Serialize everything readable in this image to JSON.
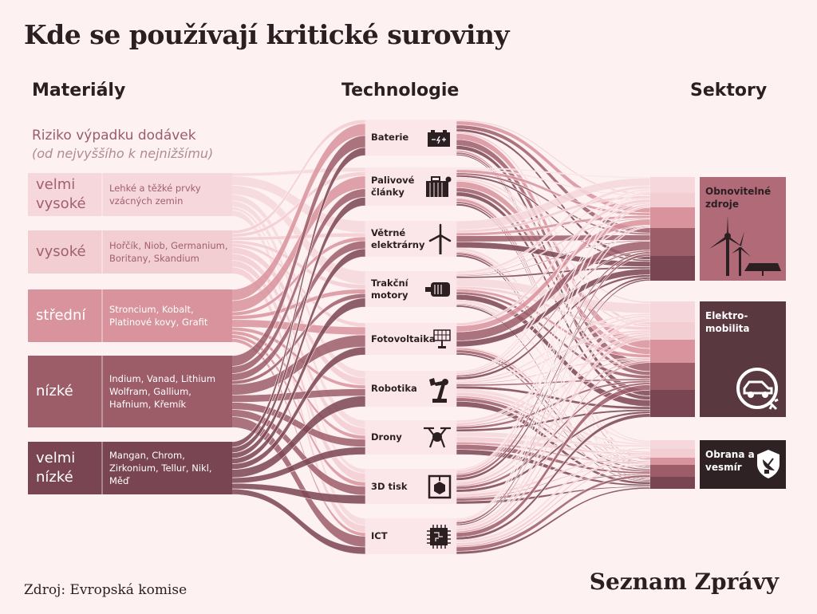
{
  "title": "Kde se používají kritické suroviny",
  "columns": {
    "materials": "Materiály",
    "technologies": "Technologie",
    "sectors": "Sektory"
  },
  "risk_legend": {
    "title": "Riziko výpadku dodávek",
    "subtitle": "(od nejvyššího k nejnižšímu)"
  },
  "materials": [
    {
      "level": "velmi vysoké",
      "elements": "Lehké a těžké prvky vzácných zemin",
      "color": "#f6d8dc",
      "text_color": "#a0606c"
    },
    {
      "level": "vysoké",
      "elements": "Hořčík, Niob, Germanium, Boritany, Skandium",
      "color": "#f2cdd2",
      "text_color": "#a0606c"
    },
    {
      "level": "střední",
      "elements": "Stroncium, Kobalt, Platinové kovy, Grafit",
      "color": "#d8939d",
      "text_color": "#ffffff"
    },
    {
      "level": "nízké",
      "elements": "Indium, Vanad, Lithium Wolfram, Gallium, Hafnium, Křemík",
      "color": "#9c5d69",
      "text_color": "#ffffff"
    },
    {
      "level": "velmi nízké",
      "elements": "Mangan, Chrom, Zirkonium, Tellur, Nikl, Měď",
      "color": "#7a4552",
      "text_color": "#ffffff"
    }
  ],
  "technologies": [
    {
      "label": "Baterie",
      "icon": "battery-icon"
    },
    {
      "label": "Palivové články",
      "icon": "fuel-cell-icon"
    },
    {
      "label": "Větrné elektrárny",
      "icon": "wind-turbine-icon"
    },
    {
      "label": "Trakční motory",
      "icon": "motor-icon"
    },
    {
      "label": "Fotovoltaika",
      "icon": "solar-panel-icon"
    },
    {
      "label": "Robotika",
      "icon": "robot-arm-icon"
    },
    {
      "label": "Drony",
      "icon": "drone-icon"
    },
    {
      "label": "3D tisk",
      "icon": "3d-printer-icon"
    },
    {
      "label": "ICT",
      "icon": "chip-icon"
    }
  ],
  "sectors": [
    {
      "label": "Obnovitelné zdroje",
      "icon": "renewables-icon",
      "color": "#b06a78",
      "text_color": "#2b1f22"
    },
    {
      "label": "Elektro-mobilita",
      "icon": "electric-car-icon",
      "color": "#5a3840",
      "text_color": "#ffffff"
    },
    {
      "label": "Obrana a vesmír",
      "icon": "satellite-shield-icon",
      "color": "#2e2224",
      "text_color": "#ffffff"
    }
  ],
  "flows_material_technology": [
    [
      0,
      1,
      3,
      3,
      0,
      2,
      2,
      1,
      2
    ],
    [
      1,
      1,
      1,
      1,
      1,
      2,
      2,
      2,
      2
    ],
    [
      3,
      3,
      1,
      1,
      2,
      1,
      1,
      1,
      1
    ],
    [
      3,
      2,
      2,
      1,
      3,
      2,
      2,
      2,
      3
    ],
    [
      2,
      2,
      2,
      2,
      2,
      3,
      2,
      2,
      2
    ]
  ],
  "flows_technology_sector": [
    [
      2,
      3,
      1
    ],
    [
      1,
      2,
      1
    ],
    [
      3,
      0,
      1
    ],
    [
      1,
      3,
      1
    ],
    [
      3,
      0,
      1
    ],
    [
      1,
      1,
      2
    ],
    [
      0,
      1,
      2
    ],
    [
      1,
      1,
      1
    ],
    [
      1,
      2,
      2
    ]
  ],
  "footer": {
    "source": "Zdroj: Evropská komise",
    "brand": "Seznam Zprávy"
  }
}
